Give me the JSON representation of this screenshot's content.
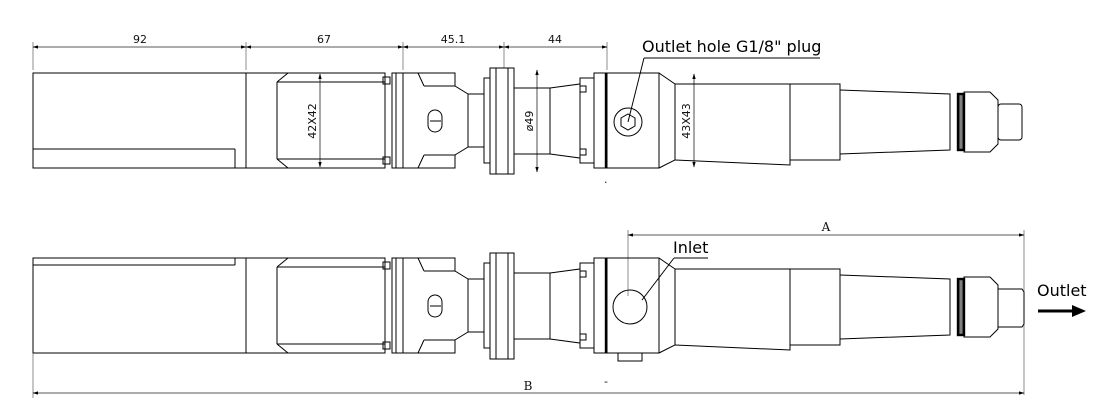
{
  "dimensions": {
    "d1": "92",
    "d2": "67",
    "d3": "45.1",
    "d4": "44",
    "v1": "42X42",
    "v2": "ø49",
    "v3": "43X43",
    "a": "A",
    "b": "B"
  },
  "labels": {
    "outlet_hole": "Outlet hole G1/8\" plug",
    "inlet": "Inlet",
    "outlet": "Outlet"
  }
}
